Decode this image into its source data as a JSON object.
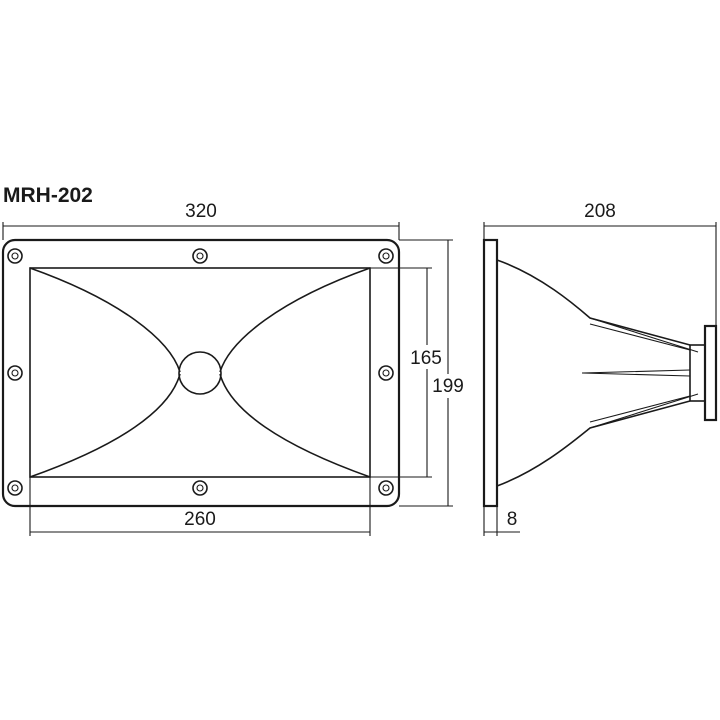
{
  "model": "MRH-202",
  "dimensions": {
    "width_total": "320",
    "width_inner": "260",
    "height_inner": "165",
    "height_total": "199",
    "depth": "208",
    "flange_thickness": "8"
  },
  "colors": {
    "line": "#1a1a1a",
    "background": "#ffffff"
  }
}
